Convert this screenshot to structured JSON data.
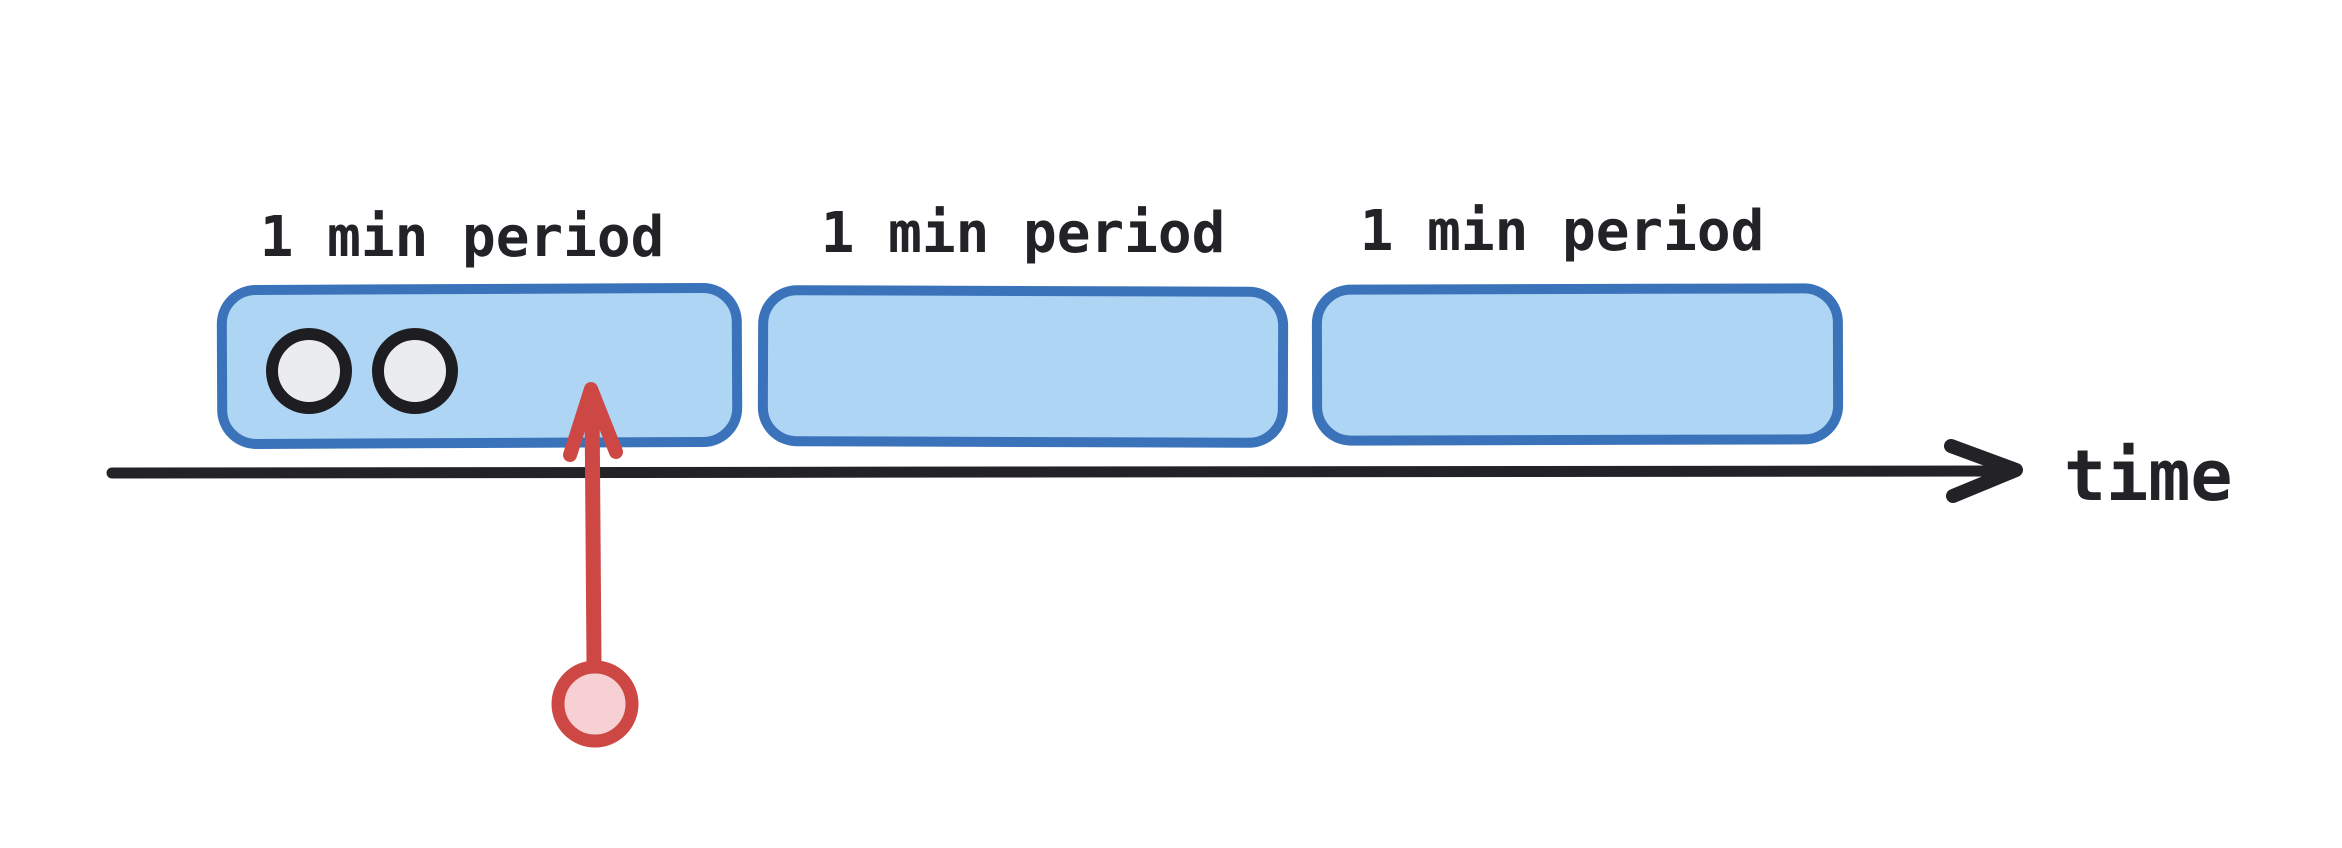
{
  "diagram": {
    "periods": [
      {
        "label": "1 min period",
        "event_count": 2
      },
      {
        "label": "1 min period",
        "event_count": 0
      },
      {
        "label": "1 min period",
        "event_count": 0
      }
    ],
    "axis": {
      "label": "time"
    },
    "colors": {
      "period_fill": "#AED5F3",
      "period_border": "#3B73BB",
      "event_fill": "#EAECEE",
      "event_border": "#1E1E22",
      "axis_stroke": "#232327",
      "marker_stroke": "#CD4845",
      "marker_fill": "#F6D0D3"
    }
  }
}
